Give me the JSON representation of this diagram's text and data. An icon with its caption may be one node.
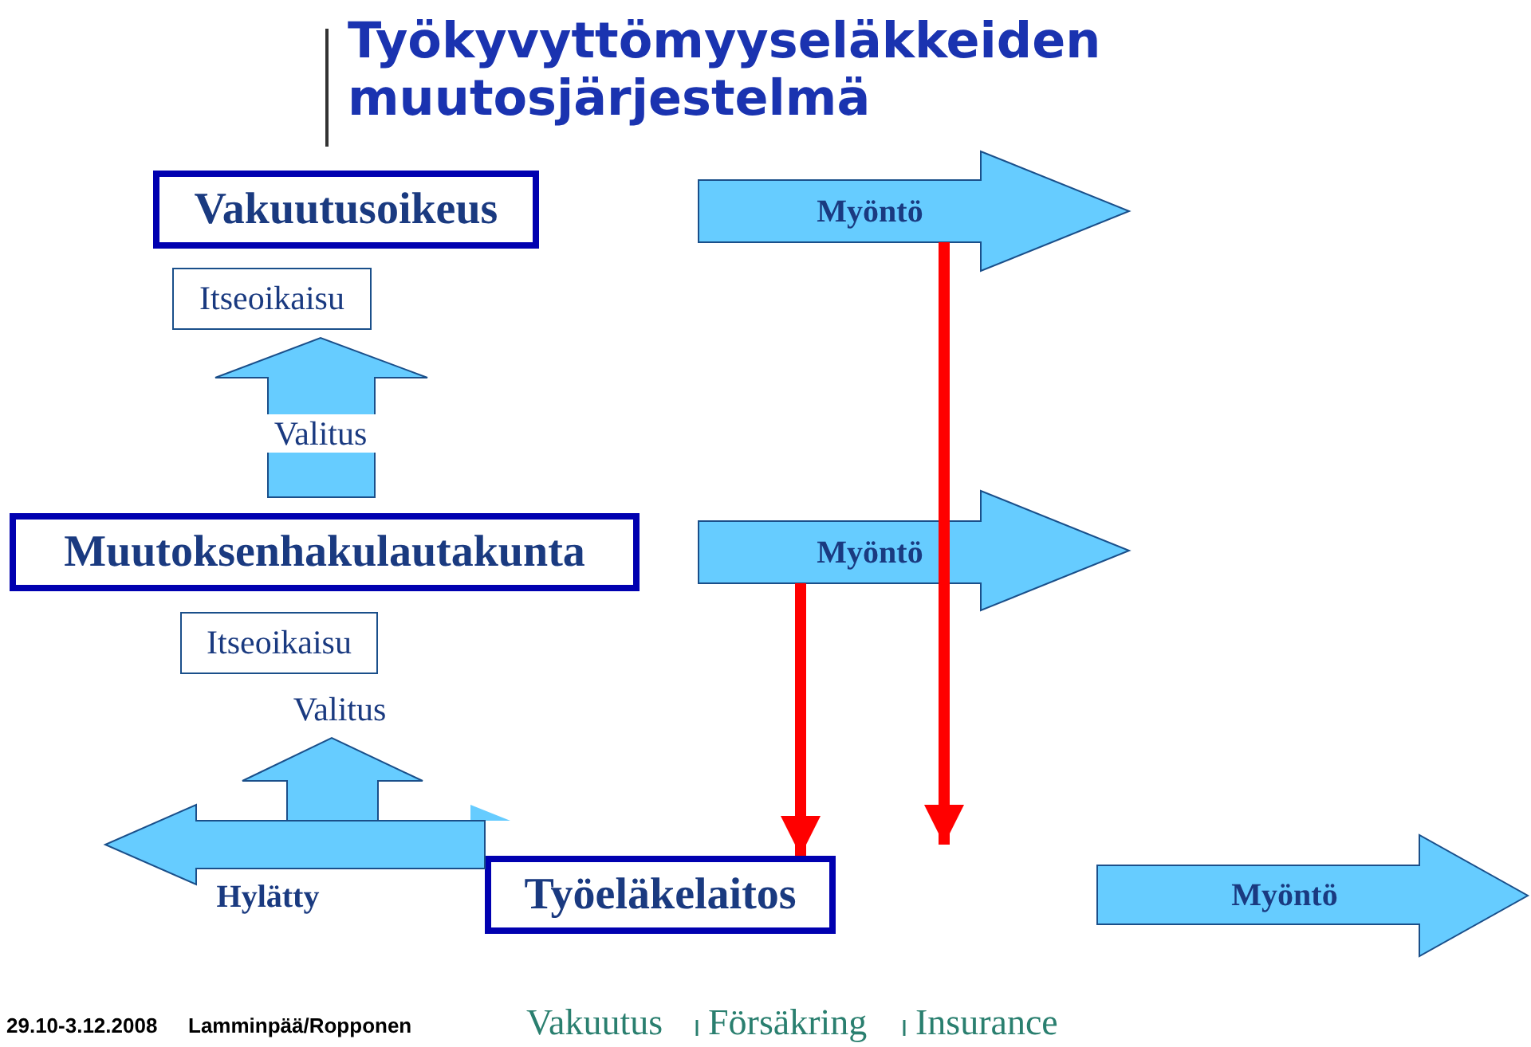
{
  "diagram": {
    "title": "Työkyvyttömyyseläkkeiden muutosjärjestelmä",
    "nodes": [
      {
        "text": [
          "Vakuutusoikeus"
        ]
      },
      {
        "text": [
          "Myöntö"
        ]
      },
      {
        "text": [
          "Itseoikaisu"
        ]
      },
      {
        "text": [
          "Muutoksenhakulautakunta"
        ]
      },
      {
        "text": [
          "Myöntö"
        ]
      },
      {
        "text": [
          "Itseoikaisu"
        ]
      },
      {
        "text": [
          "Työeläkelaitos"
        ]
      },
      {
        "text": [
          "Myöntö"
        ]
      }
    ],
    "edges": [
      {
        "from": 1,
        "to": null,
        "arrow": "to"
      },
      {
        "from": 4,
        "to": 6,
        "arrow": "to"
      },
      {
        "from": 3,
        "to": 2,
        "arrow": "to",
        "label": "Valitus",
        "style": "thick",
        "color": "#66ccff"
      },
      {
        "from": 6,
        "to": 5,
        "arrow": "to",
        "label": "Valitus",
        "style": "thick",
        "color": "#66ccff"
      },
      {
        "from": 6,
        "to": null,
        "arrow": "to",
        "label": "Hylätty",
        "style": "thick",
        "color": "#66ccff"
      }
    ],
    "labels": [
      "29.10-3.12.2008",
      "Lamminpää/Ropponen",
      "Vakuutus",
      "Försäkring",
      "Insurance"
    ]
  }
}
